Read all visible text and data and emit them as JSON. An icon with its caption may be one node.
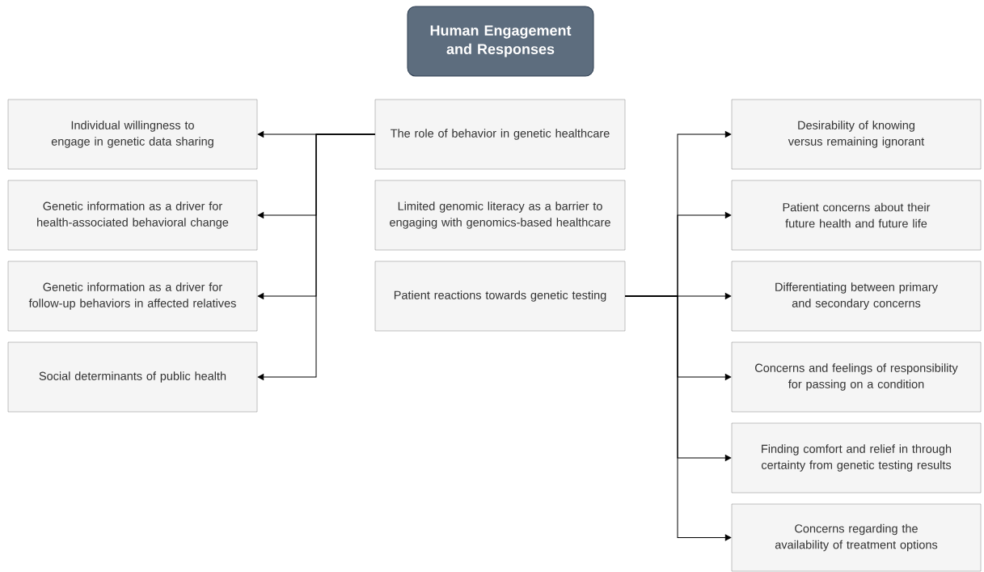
{
  "diagram": {
    "nodes": [
      {
        "text": [
          "Human Engagement and Responses"
        ]
      },
      {
        "text": [
          "The role of behavior in genetic healthcare"
        ]
      },
      {
        "text": [
          "Limited genomic literacy as a barrier to engaging with genomics-based healthcare"
        ]
      },
      {
        "text": [
          "Patient reactions towards genetic testing"
        ]
      },
      {
        "text": [
          "Individual willingness to engage in genetic data sharing"
        ]
      },
      {
        "text": [
          "Genetic information as a driver for health-associated behavioral change"
        ]
      },
      {
        "text": [
          "Genetic information as a driver for follow-up behaviors in affected relatives"
        ]
      },
      {
        "text": [
          "Social determinants of public health"
        ]
      },
      {
        "text": [
          "Desirability of knowing versus remaining ignorant"
        ]
      },
      {
        "text": [
          "Patient concerns about their future health and future life"
        ]
      },
      {
        "text": [
          "Differentiating between primary and secondary concerns"
        ]
      },
      {
        "text": [
          "Concerns and feelings of responsibility for passing on a condition"
        ]
      },
      {
        "text": [
          "Finding comfort and relief in through certainty from genetic testing results"
        ]
      },
      {
        "text": [
          "Concerns regarding the availability of treatment options"
        ]
      }
    ],
    "edges": [
      {
        "from": 1,
        "to": 4,
        "arrow": "to"
      },
      {
        "from": 1,
        "to": 5,
        "arrow": "to"
      },
      {
        "from": 1,
        "to": 6,
        "arrow": "to"
      },
      {
        "from": 1,
        "to": 7,
        "arrow": "to"
      },
      {
        "from": 3,
        "to": 8,
        "arrow": "to"
      },
      {
        "from": 3,
        "to": 9,
        "arrow": "to"
      },
      {
        "from": 3,
        "to": 10,
        "arrow": "to"
      },
      {
        "from": 3,
        "to": 11,
        "arrow": "to"
      },
      {
        "from": 3,
        "to": 12,
        "arrow": "to"
      },
      {
        "from": 3,
        "to": 13,
        "arrow": "to"
      }
    ]
  }
}
